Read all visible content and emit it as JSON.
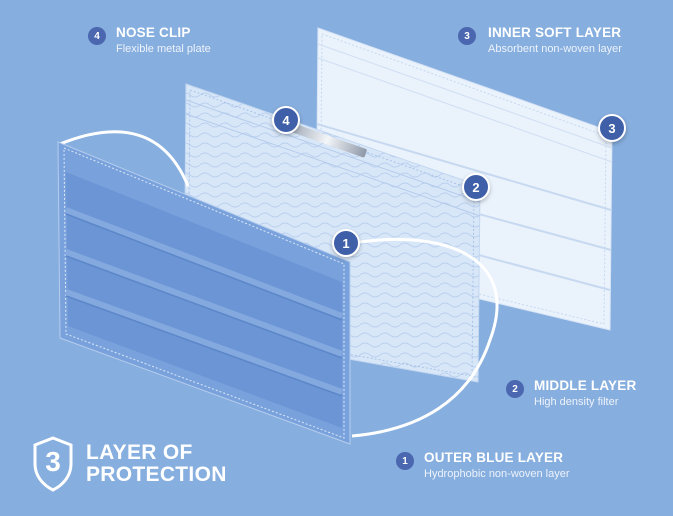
{
  "labels": {
    "nose_clip": {
      "num": "4",
      "title": "NOSE CLIP",
      "subtitle": "Flexible metal plate"
    },
    "inner_layer": {
      "num": "3",
      "title": "INNER SOFT LAYER",
      "subtitle": "Absorbent non-woven layer"
    },
    "middle_layer": {
      "num": "2",
      "title": "MIDDLE LAYER",
      "subtitle": "High density filter"
    },
    "outer_layer": {
      "num": "1",
      "title": "OUTER BLUE LAYER",
      "subtitle": "Hydrophobic non-woven layer"
    }
  },
  "markers": {
    "one": "1",
    "two": "2",
    "three": "3",
    "four": "4"
  },
  "protection": {
    "number": "3",
    "line1": "LAYER OF",
    "line2": "PROTECTION"
  },
  "colors": {
    "background": "#86aede",
    "badge": "#4a67b0",
    "outer_layer": "#6f9ad8",
    "inner_layer": "#e6f0fb"
  }
}
